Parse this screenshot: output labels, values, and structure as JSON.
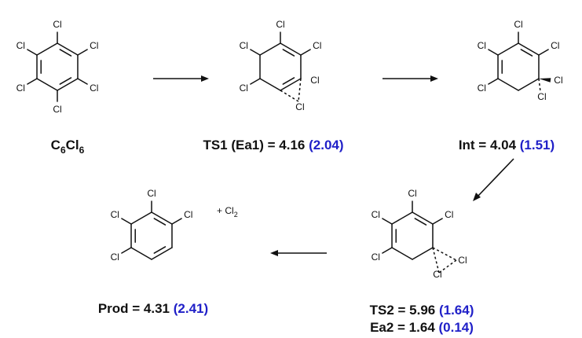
{
  "atom_cl": "Cl",
  "reagent": {
    "formula_c": "C",
    "formula_c_sub": "6",
    "formula_cl": "Cl",
    "formula_cl_sub": "6"
  },
  "ts1": {
    "label": "TS1 (Ea1) = 4.16 ",
    "value_blue": "(2.04)"
  },
  "int": {
    "label": "Int = 4.04 ",
    "value_blue": "(1.51)"
  },
  "ts2": {
    "label": "TS2 = 5.96 ",
    "value_blue": "(1.64)",
    "ea2_label": "Ea2 = 1.64 ",
    "ea2_value_blue": "(0.14)"
  },
  "prod": {
    "label": "Prod = 4.31 ",
    "value_blue": "(2.41)",
    "coproduct": "+ Cl",
    "coproduct_sub": "2"
  },
  "colors": {
    "text": "#111111",
    "parenthetical_value": "#2020c8"
  }
}
